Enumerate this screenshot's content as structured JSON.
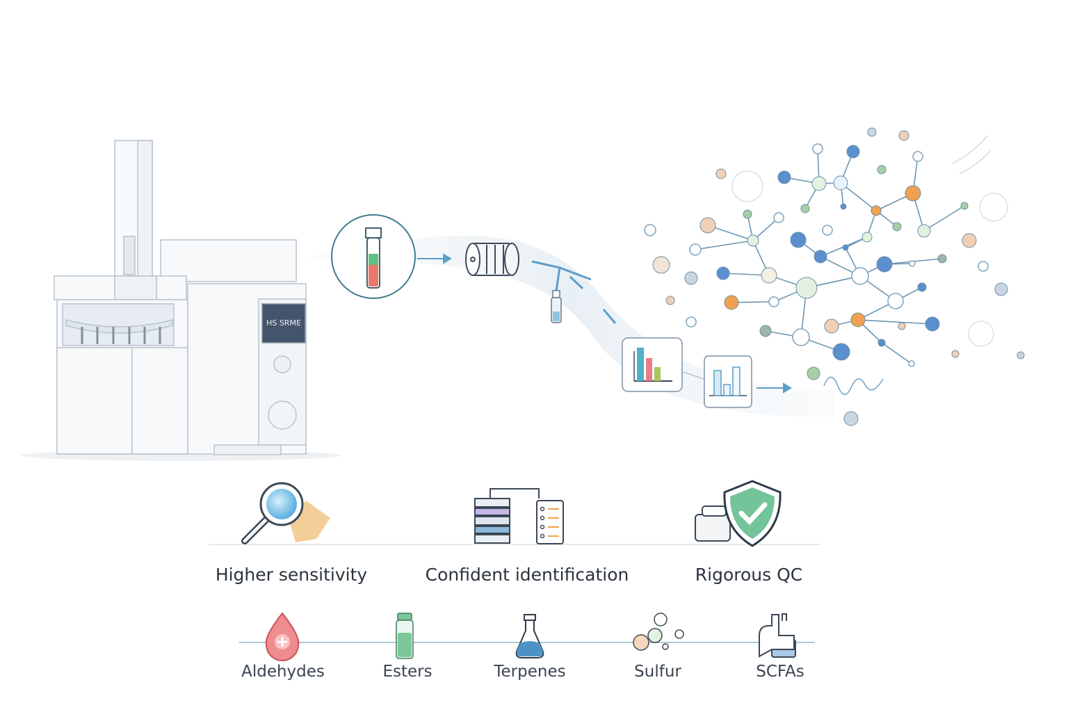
{
  "instrument": {
    "screen_text": "HS SRME"
  },
  "features": [
    {
      "label": "Higher sensitivity",
      "icon": "magnifier-icon"
    },
    {
      "label": "Confident identification",
      "icon": "library-list-icon"
    },
    {
      "label": "Rigorous QC",
      "icon": "shield-check-icon"
    }
  ],
  "compound_classes": [
    {
      "label": "Aldehydes",
      "icon": "drop-icon",
      "color": "#e57a7e"
    },
    {
      "label": "Esters",
      "icon": "bottle-icon",
      "color": "#7cc79a"
    },
    {
      "label": "Terpenes",
      "icon": "flask-icon",
      "color": "#4f93c6"
    },
    {
      "label": "Sulfur",
      "icon": "bubbles-icon",
      "color": "#e9b58a"
    },
    {
      "label": "SCFAs",
      "icon": "thumb-icon",
      "color": "#a8c8e6"
    }
  ],
  "colors": {
    "accent": "#5c9ec8",
    "line": "#6fa3b8",
    "orange": "#f0a14f",
    "green": "#a7cfa3"
  }
}
